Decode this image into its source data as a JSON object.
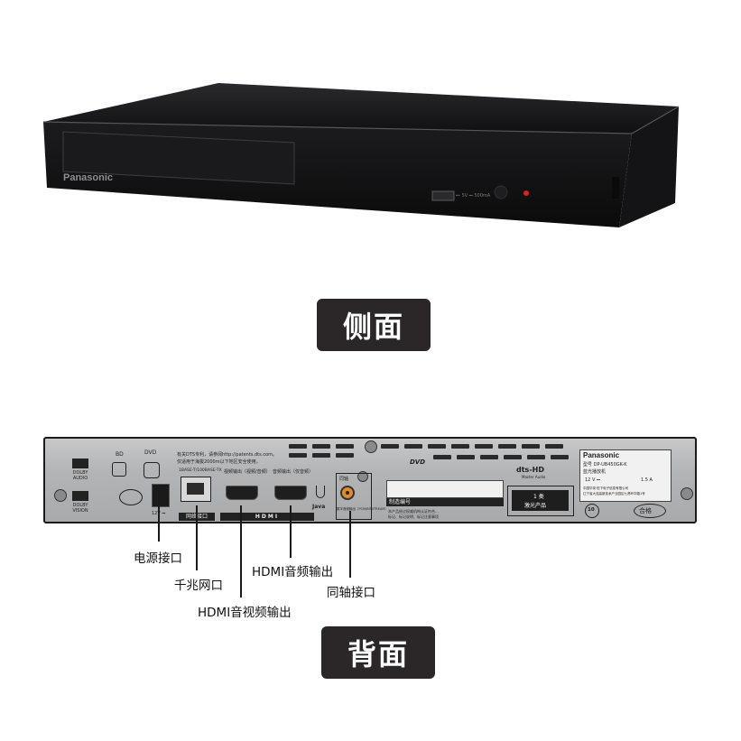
{
  "front": {
    "brand": "Panasonic",
    "usb_label": "⊷ 5V ⎓ 500mA"
  },
  "labels": {
    "side": "侧面",
    "back": "背面"
  },
  "rear": {
    "dolby_audio": "DOLBY AUDIO",
    "dolby_vision": "DOLBY VISION",
    "bd": "BD",
    "dvd": "DVD",
    "patent_line1": "有关DTS专利，请参阅http://patents.dts.com。",
    "patent_line2": "仅适用于海拔2000m以下地区安全使用。",
    "dc_label": "12V ⎓",
    "lan_spec": "1BASE-T/100BASE-TX",
    "lan_label": "网络接口",
    "hdmi_av_label": "视频输出（视频/音频）",
    "hdmi_audio_label": "音频输出（仅音频）",
    "hdmi_logo": "HDMI",
    "java_label": "Java",
    "coax_top": "同轴",
    "coax_bottom": "数字音频输出（PCM/BITSTREAM）",
    "serial_label": "制造编号",
    "dvd_logo": "DVD",
    "dts_logo": "dts-HD",
    "dts_sub": "Master Audio",
    "notice_line1": "本产品经过权威机构认证符合...",
    "notice_line2": "标记、标记说明、标记注意事项",
    "brand": "Panasonic",
    "model": "型号 DP-UB450GK-K",
    "product_type": "蓝光播放机",
    "rating_voltage": "12 V ⎓",
    "rating_current": "1.5 A",
    "maker_line1": "中国华录·松下电子信息有限公司",
    "maker_line2": "辽宁省大连高新技术产业园区七贤岭华路1号",
    "laser_line1": "1 类",
    "laser_line2": "激光产品",
    "pass_label": "合格",
    "eco_label": "10"
  },
  "callouts": {
    "power": "电源接口",
    "lan": "千兆网口",
    "hdmi_av": "HDMI音视频输出",
    "hdmi_audio": "HDMI音频输出",
    "coax": "同轴接口"
  }
}
